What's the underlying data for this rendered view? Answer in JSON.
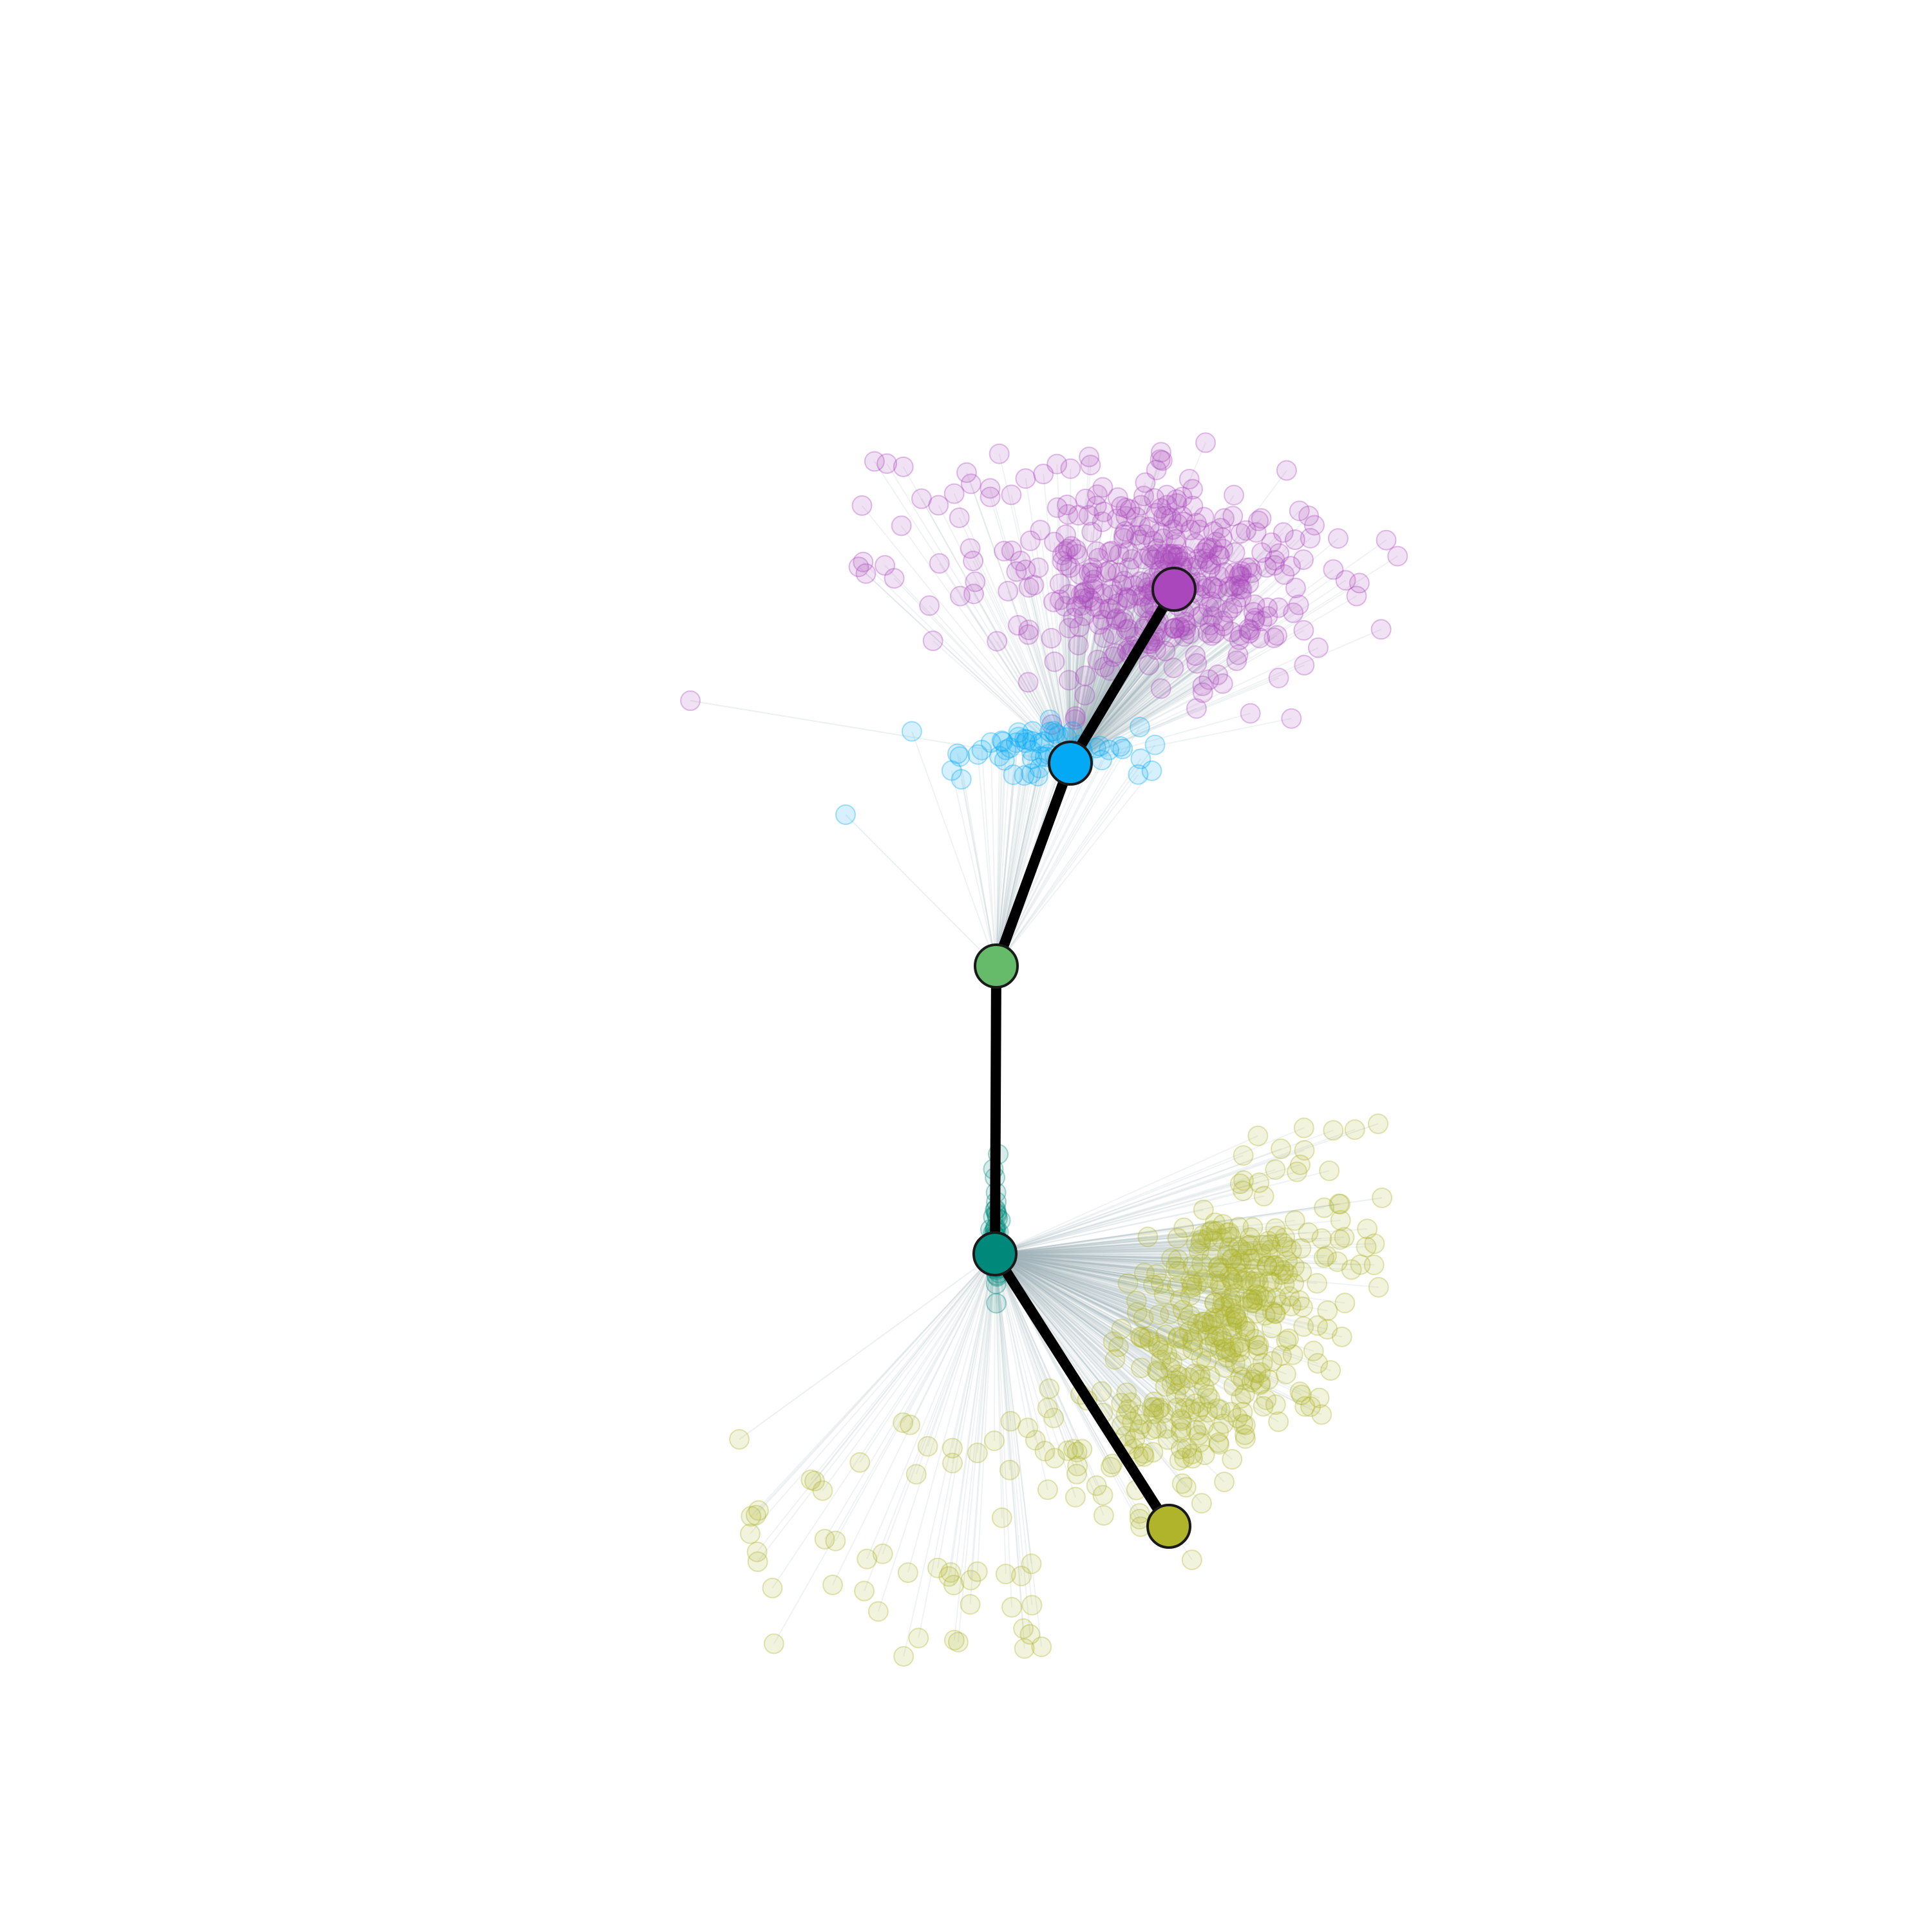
{
  "colors": {
    "background": "#ffffff",
    "link": "#9fb4bd",
    "backbone": "#000000",
    "node_outline": "#1a1a1a",
    "groups": {
      "root": "#66bb6a",
      "branch_mid": "#03a9f4",
      "tip_top": "#ab47bc",
      "branch_low": "#00897b",
      "tip_bottom": "#afb42b"
    }
  },
  "chart_data": {
    "type": "scatter",
    "tree": {
      "nodes": [
        {
          "id": "root",
          "group": "root"
        },
        {
          "id": "branch_mid",
          "group": "branch_mid"
        },
        {
          "id": "tip_top",
          "group": "tip_top"
        },
        {
          "id": "branch_low",
          "group": "branch_low"
        },
        {
          "id": "tip_bottom",
          "group": "tip_bottom"
        }
      ],
      "edges": [
        [
          "root",
          "branch_mid"
        ],
        [
          "branch_mid",
          "tip_top"
        ],
        [
          "root",
          "branch_low"
        ],
        [
          "branch_low",
          "tip_bottom"
        ]
      ]
    },
    "clusters": [
      {
        "group": "tip_top",
        "count": 420
      },
      {
        "group": "branch_mid",
        "count": 60
      },
      {
        "group": "branch_low",
        "count": 40
      },
      {
        "group": "tip_bottom",
        "count": 460
      }
    ]
  }
}
